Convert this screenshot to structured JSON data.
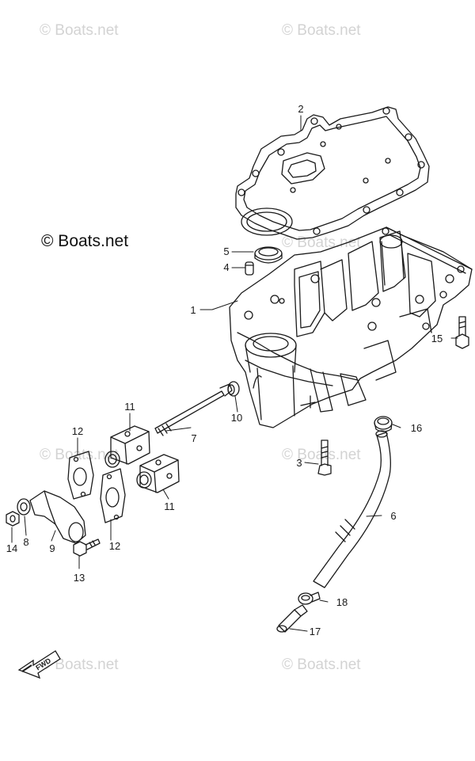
{
  "watermark_text": "© Boats.net",
  "credit_text": "© Boats.net",
  "fwd_label": "FWD",
  "callouts": [
    "1",
    "2",
    "3",
    "4",
    "5",
    "6",
    "7",
    "8",
    "9",
    "10",
    "11",
    "11",
    "12",
    "12",
    "13",
    "14",
    "15",
    "16",
    "17",
    "18"
  ],
  "colors": {
    "line": "#1a1a1a",
    "watermark": "#d3d3d3",
    "background": "#ffffff"
  }
}
